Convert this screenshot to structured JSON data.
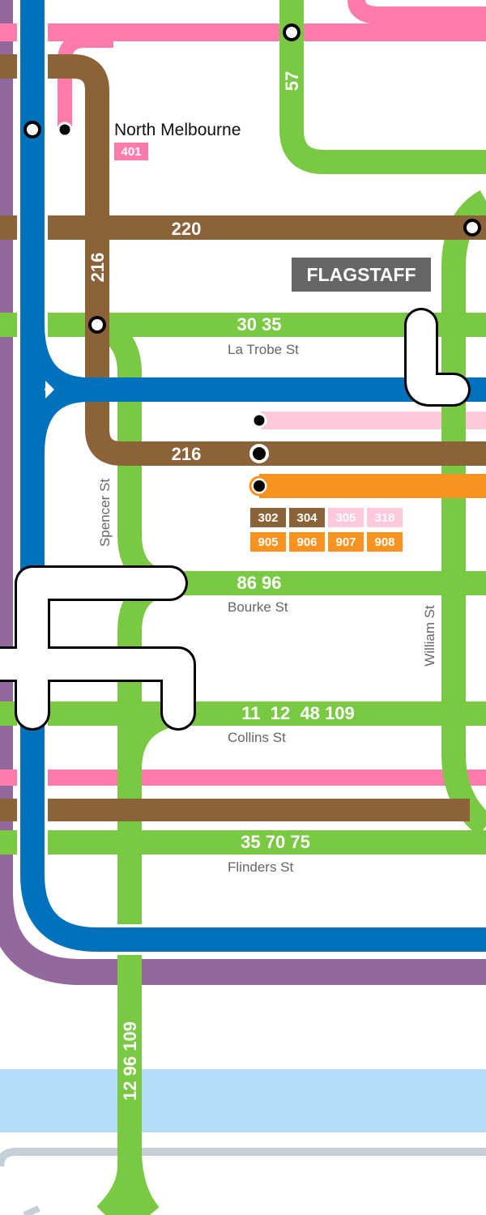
{
  "colors": {
    "green": "#7ac943",
    "blue": "#0071bc",
    "brown": "#8c6239",
    "pink": "#ff7bac",
    "light_pink": "#ffc9dd",
    "orange": "#f7931e",
    "purple": "#93689e",
    "river": "#b3dcf8",
    "grey_line": "#c4cfd6",
    "station_badge": "#666666"
  },
  "stations": {
    "north_melbourne": {
      "name": "North Melbourne",
      "route": "401"
    },
    "flagstaff": {
      "name": "FLAGSTAFF"
    }
  },
  "route_labels": {
    "r57": "57",
    "r220": "220",
    "r216_vertical": "216",
    "r216_horizontal": "216",
    "r30_35": "30 35",
    "r86_96": "86 96",
    "r11_12_48_109": "11  12  48 109",
    "r35_70_75": "35 70 75",
    "r12_96_109": "12 96 109"
  },
  "streets": {
    "la_trobe": "La Trobe St",
    "bourke": "Bourke St",
    "collins": "Collins St",
    "flinders": "Flinders St",
    "spencer": "Spencer St",
    "william": "William St"
  },
  "bus_routes": {
    "row1": [
      {
        "label": "302",
        "color": "#8c6239"
      },
      {
        "label": "304",
        "color": "#8c6239"
      },
      {
        "label": "305",
        "color": "#ffc9dd"
      },
      {
        "label": "318",
        "color": "#ffc9dd"
      }
    ],
    "row2": [
      {
        "label": "905",
        "color": "#f7931e"
      },
      {
        "label": "906",
        "color": "#f7931e"
      },
      {
        "label": "907",
        "color": "#f7931e"
      },
      {
        "label": "908",
        "color": "#f7931e"
      }
    ]
  }
}
